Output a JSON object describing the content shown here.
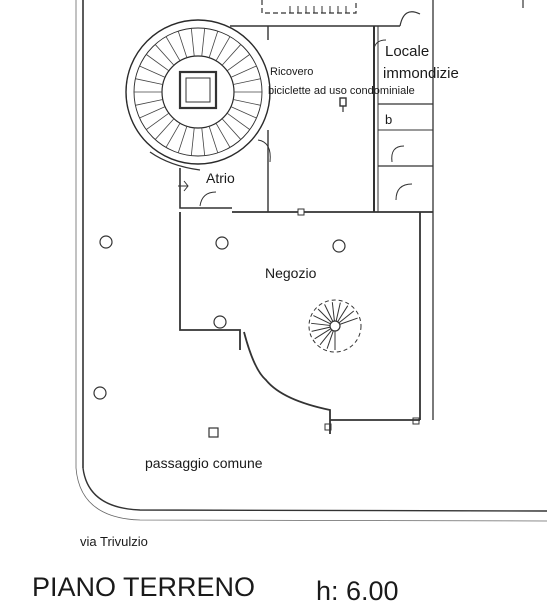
{
  "labels": {
    "ricovero_line1": "Ricovero",
    "ricovero_line2": "biciclette ad uso condominiale",
    "locale_line1": "Locale",
    "locale_line2": "immondizie",
    "room_b": "b",
    "atrio": "Atrio",
    "negozio": "Negozio",
    "passaggio": "passaggio comune",
    "street": "via Trivulzio"
  },
  "title": {
    "floor": "PIANO TERRENO",
    "height": "h: 6.00"
  },
  "colors": {
    "ink": "#2a2a2a",
    "paper": "#ffffff"
  }
}
